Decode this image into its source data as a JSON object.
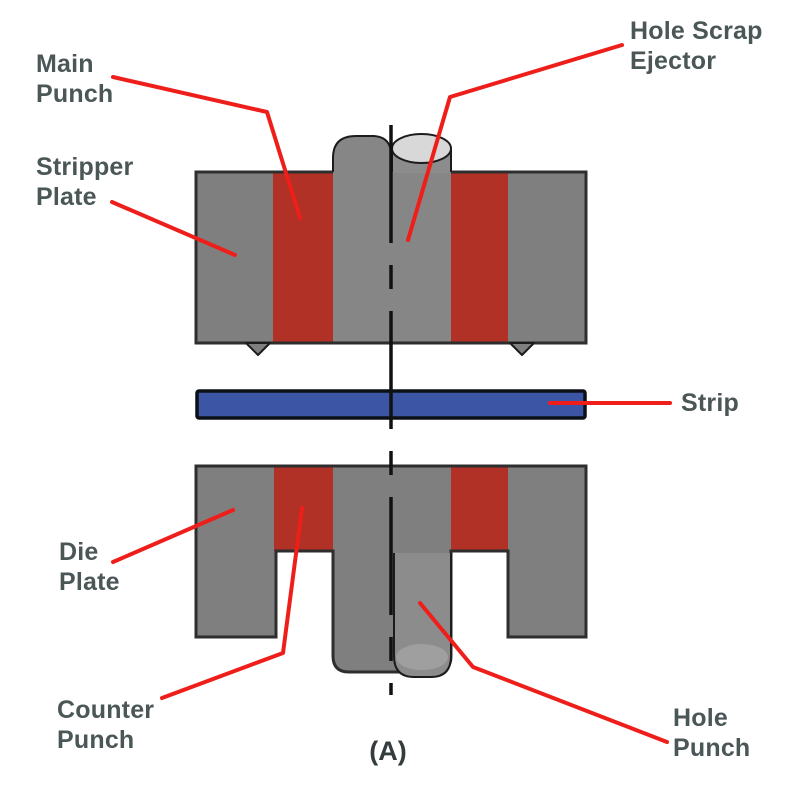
{
  "figure": {
    "caption": "(A)",
    "description": "Piercing die cross-section diagram"
  },
  "labels": {
    "main_punch": "Main\nPunch",
    "stripper_plate": "Stripper\nPlate",
    "hole_scrap_ejector": "Hole Scrap\nEjector",
    "strip": "Strip",
    "die_plate": "Die\nPlate",
    "counter_punch": "Counter\nPunch",
    "hole_punch": "Hole\nPunch"
  },
  "colors": {
    "label_text": "#4b5657",
    "caption_text": "#343c3d",
    "leader": "#ee1f1a",
    "plate_gray": "#7f7f7f",
    "column_gray": "#868686",
    "cylinder_gray": "#8c8c8c",
    "cylinder_top": "#d8d8d8",
    "cylinder_bottom": "#9f9f9f",
    "punch_red": "#b23126",
    "strip_blue": "#3c55a5",
    "outline": "#2e2e2e",
    "outline_dark": "#1c1c1c"
  }
}
